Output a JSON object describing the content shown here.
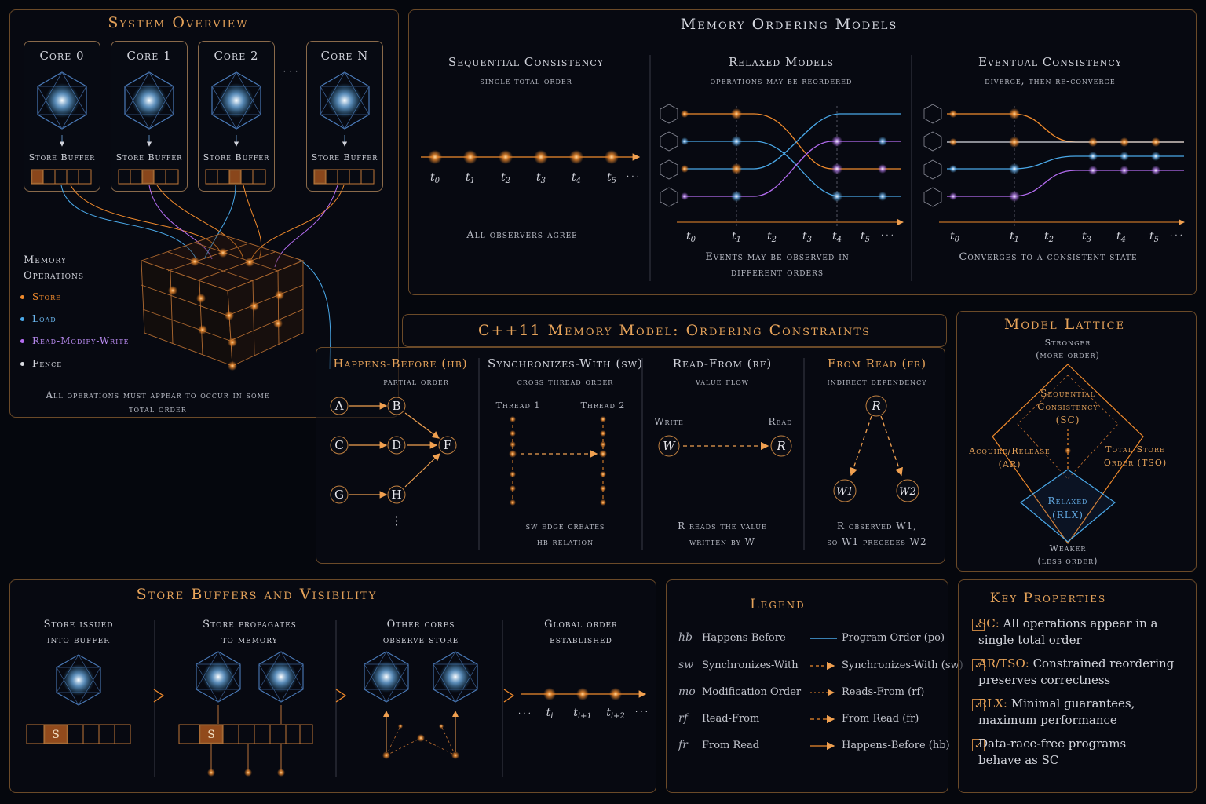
{
  "overview": {
    "title": "System Overview",
    "cores": [
      {
        "label": "Core 0",
        "buffer": "Store Buffer"
      },
      {
        "label": "Core 1",
        "buffer": "Store Buffer"
      },
      {
        "label": "Core 2",
        "buffer": "Store Buffer"
      },
      {
        "label": "Core N",
        "buffer": "Store Buffer"
      }
    ],
    "ellipsis": "· · ·",
    "memory_ops_title": "Memory Operations",
    "memory_ops": [
      {
        "label": "Store",
        "color": "#f08a2c"
      },
      {
        "label": "Load",
        "color": "#4aa8e8"
      },
      {
        "label": "Read-Modify-Write",
        "color": "#b36cf0"
      },
      {
        "label": "Fence",
        "color": "#d9dbe2"
      }
    ],
    "caption": "All operations must appear to occur in some total order"
  },
  "ordering": {
    "title": "Memory Ordering Models",
    "sc": {
      "title": "Sequential Consistency",
      "subtitle": "single total order",
      "caption": "All observers agree"
    },
    "relaxed": {
      "title": "Relaxed Models",
      "subtitle": "operations may be reordered",
      "caption": "Events may be observed in different orders"
    },
    "eventual": {
      "title": "Eventual Consistency",
      "subtitle": "diverge, then re-converge",
      "caption": "Converges to a consistent state"
    },
    "ticks": [
      "t0",
      "t1",
      "t2",
      "t3",
      "t4",
      "t5"
    ],
    "more": "· · ·"
  },
  "cpp": {
    "title": "C++11 Memory Model: Ordering Constraints",
    "hb": {
      "title": "Happens-Before (hb)",
      "subtitle": "partial order",
      "nodes": [
        "A",
        "B",
        "C",
        "D",
        "F",
        "G",
        "H"
      ],
      "more": "⋮"
    },
    "sw": {
      "title": "Synchronizes-With (sw)",
      "subtitle": "cross-thread order",
      "thread1": "Thread 1",
      "thread2": "Thread 2",
      "caption1": "sw edge creates",
      "caption2": "hb relation"
    },
    "rf": {
      "title": "Read-From (rf)",
      "subtitle": "value flow",
      "write_label": "Write",
      "read_label": "Read",
      "w": "W",
      "r": "R",
      "caption1": "R reads the value",
      "caption2": "written by W"
    },
    "fr": {
      "title": "From Read (fr)",
      "subtitle": "indirect dependency",
      "r": "R",
      "w1": "W1",
      "w2": "W2",
      "caption1": "R observed W1,",
      "caption2": "so W1 precedes W2"
    }
  },
  "lattice": {
    "title": "Model Lattice",
    "top1": "Stronger",
    "top2": "(more order)",
    "sc1": "Sequential",
    "sc2": "Consistency",
    "sc3": "(SC)",
    "ar1": "Acquire/Release",
    "ar2": "(AR)",
    "tso1": "Total Store",
    "tso2": "Order (TSO)",
    "rlx1": "Relaxed",
    "rlx2": "(RLX)",
    "bot1": "Weaker",
    "bot2": "(less order)"
  },
  "buffers": {
    "title": "Store Buffers and Visibility",
    "steps": [
      {
        "l1": "Store issued",
        "l2": "into buffer"
      },
      {
        "l1": "Store propagates",
        "l2": "to memory"
      },
      {
        "l1": "Other cores",
        "l2": "observe store"
      },
      {
        "l1": "Global order",
        "l2": "established"
      }
    ],
    "s": "S",
    "ticks": [
      "ti",
      "ti+1",
      "ti+2"
    ],
    "more": "· · ·"
  },
  "legend": {
    "title": "Legend",
    "abbr": [
      {
        "a": "hb",
        "t": "Happens-Before"
      },
      {
        "a": "sw",
        "t": "Synchronizes-With"
      },
      {
        "a": "mo",
        "t": "Modification Order"
      },
      {
        "a": "rf",
        "t": "Read-From"
      },
      {
        "a": "fr",
        "t": "From Read"
      }
    ],
    "lines": [
      {
        "t": "Program Order (po)",
        "color": "#4aa8e8"
      },
      {
        "t": "Synchronizes-With (sw)",
        "color": "#f08a2c"
      },
      {
        "t": "Reads-From (rf)",
        "color": "#f08a2c"
      },
      {
        "t": "From Read (fr)",
        "color": "#f08a2c"
      },
      {
        "t": "Happens-Before (hb)",
        "color": "#f08a2c"
      }
    ]
  },
  "key": {
    "title": "Key Properties",
    "items": [
      {
        "k": "SC:",
        "t1": " All operations appear in a",
        "t2": "single total order"
      },
      {
        "k": "AR/TSO:",
        "t1": " Constrained reordering",
        "t2": "preserves correctness"
      },
      {
        "k": "RLX:",
        "t1": " Minimal guarantees,",
        "t2": "maximum performance"
      },
      {
        "k": "",
        "t1": "Data-race-free programs",
        "t2": "behave as SC"
      }
    ],
    "check": "✓"
  },
  "colors": {
    "accent": "#e6a35a",
    "store": "#f08a2c",
    "load": "#4aa8e8",
    "rmw": "#b36cf0",
    "fence": "#d9dbe2"
  }
}
